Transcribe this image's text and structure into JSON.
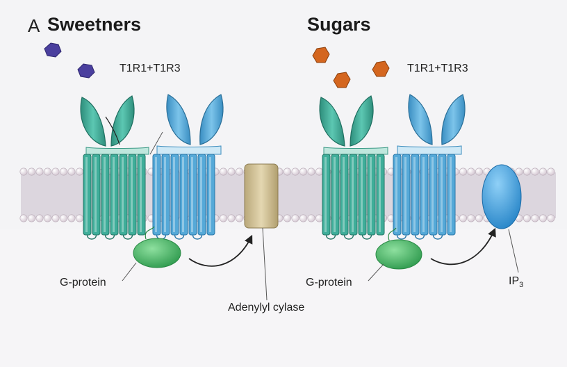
{
  "panels": [
    {
      "letter": "A",
      "title": "Sweetners",
      "receptor_label": "T1R1+T1R3",
      "gprotein_label": "G-protein",
      "effector_label": "Adenylyl cylase"
    },
    {
      "title": "Sugars",
      "receptor_label": "T1R1+T1R3",
      "gprotein_label": "G-protein",
      "effector_label_main": "IP",
      "effector_label_sub": "3"
    }
  ],
  "colors": {
    "membrane": "#dcd6de",
    "lipid_head": "#e9dfe7",
    "subunit_green": "#3fae9a",
    "subunit_blue": "#55a9d8",
    "gprotein": "#4cb86a",
    "adenylyl": "#cfc096",
    "ip3": "#3b9fe0",
    "sweetener": "#4a3f9e",
    "sugar": "#d4661f"
  },
  "icons": {
    "sweetener": "hexagon-molecule",
    "sugar": "hexagon-molecule"
  }
}
